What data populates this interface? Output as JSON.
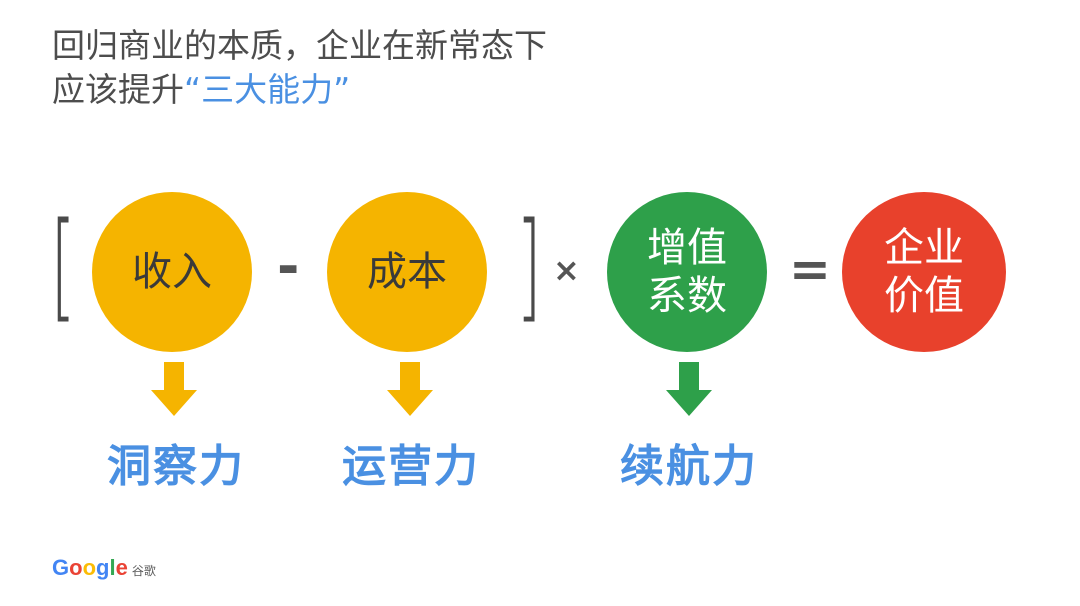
{
  "header": {
    "title_line1": "回归商业的本质，企业在新常态下",
    "title_line2_prefix": "应该提升",
    "title_highlight": "“三大能力”"
  },
  "formula": {
    "open_bracket": "[",
    "close_bracket": "]",
    "minus": "-",
    "times": "×",
    "equals": "=",
    "revenue": "收入",
    "cost": "成本",
    "multiplier_line1": "增值",
    "multiplier_line2": "系数",
    "value_line1": "企业",
    "value_line2": "价值"
  },
  "capabilities": {
    "insight": "洞察力",
    "operations": "运营力",
    "endurance": "续航力"
  },
  "branding": {
    "logo_letters": [
      "G",
      "o",
      "o",
      "g",
      "l",
      "e"
    ],
    "logo_colors": [
      "#4285F4",
      "#EA4335",
      "#FBBC05",
      "#4285F4",
      "#34A853",
      "#EA4335"
    ],
    "logo_cn": "谷歌"
  },
  "colors": {
    "yellow": "#f5b400",
    "green": "#2ea04a",
    "red": "#e8412c",
    "blue_text": "#4a90e2",
    "arrow_yellow": "#f5b400",
    "arrow_green": "#2ea04a"
  }
}
